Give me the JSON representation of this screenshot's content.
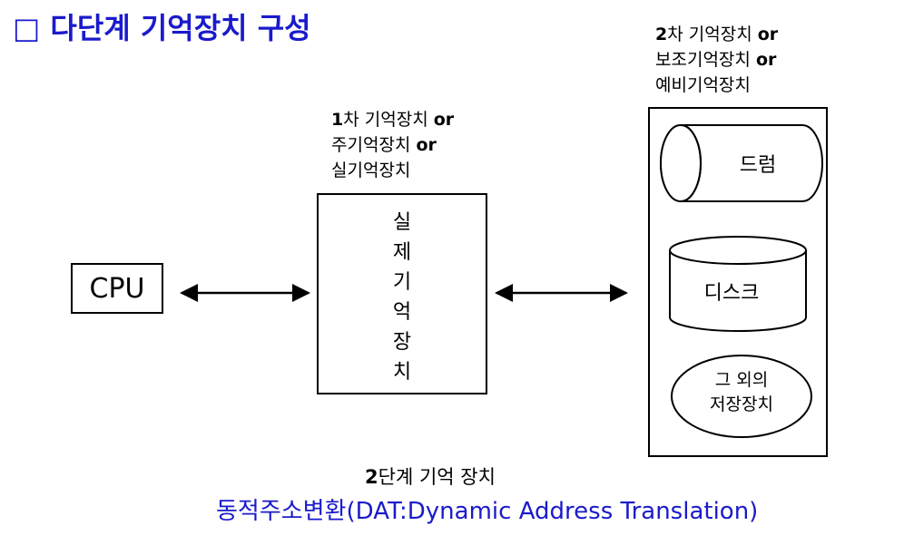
{
  "title": "□ 다단계 기억장치 구성",
  "primary_label": {
    "num": "1",
    "line1": "차 기억장치",
    "or1": "or",
    "line2": "주기억장치",
    "or2": "or",
    "line3": "실기억장치"
  },
  "secondary_label": {
    "num": "2",
    "line1": "차 기억장치",
    "or1": "or",
    "line2": "보조기억장치",
    "or2": "or",
    "line3": "예비기억장치"
  },
  "cpu": "CPU",
  "memory_chars": [
    "실",
    "제",
    "기",
    "억",
    "장",
    "치"
  ],
  "devices": {
    "drum": "드럼",
    "disk": "디스크",
    "other_line1": "그 외의",
    "other_line2": "저장장치"
  },
  "caption": {
    "num": "2",
    "text": "단계 기억 장치"
  },
  "subtitle": "동적주소변환(DAT:Dynamic Address Translation)",
  "colors": {
    "title": "#1a1acc",
    "subtitle": "#1a1acc",
    "lines": "#000000"
  }
}
